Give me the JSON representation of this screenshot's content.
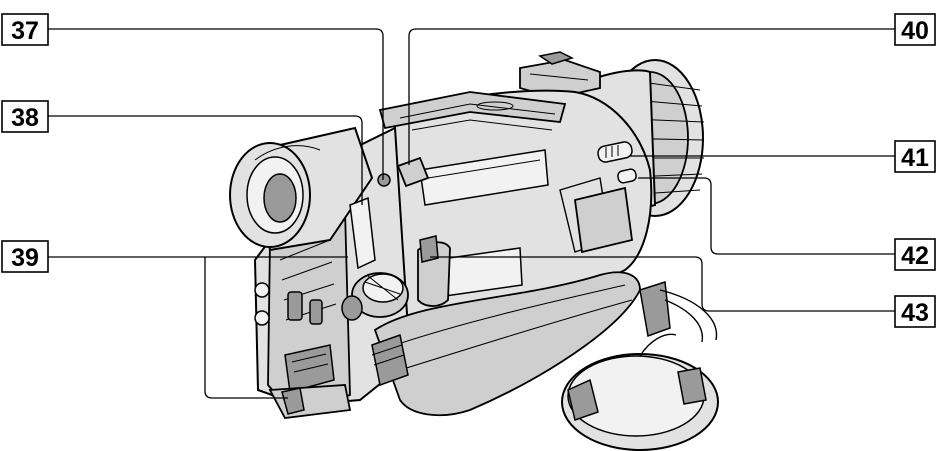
{
  "callouts": [
    {
      "number": "37"
    },
    {
      "number": "38"
    },
    {
      "number": "39"
    },
    {
      "number": "40"
    },
    {
      "number": "41"
    },
    {
      "number": "42"
    },
    {
      "number": "43"
    }
  ]
}
